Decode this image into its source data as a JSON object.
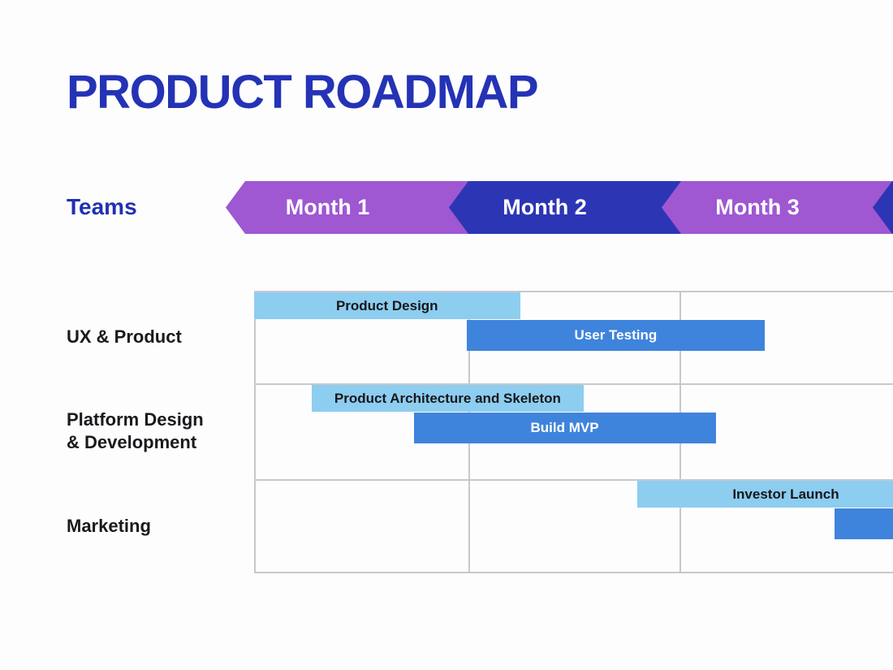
{
  "title": "PRODUCT ROADMAP",
  "teams_header": "Teams",
  "months": [
    {
      "label": "Month 1",
      "color": "#9f57d2"
    },
    {
      "label": "Month 2",
      "color": "#2c36b5"
    },
    {
      "label": "Month 3",
      "color": "#9f57d2"
    },
    {
      "label": "",
      "color": "#2c36b5"
    }
  ],
  "colors": {
    "title_blue": "#2433b5",
    "teams_blue": "#2130b2",
    "chevron_purple": "#9f57d2",
    "chevron_dark_blue": "#2c36b5",
    "bar_light_blue": "#8dcdf0",
    "bar_medium_blue": "#3f84dc",
    "grid_line": "#c8c8cc",
    "row_label_black": "#1a1a1e"
  },
  "chart_data": {
    "type": "bar",
    "subtype": "gantt-roadmap",
    "title": "PRODUCT ROADMAP",
    "xlabel": "",
    "ylabel": "Teams",
    "x_axis": {
      "tick_labels": [
        "Month 1",
        "Month 2",
        "Month 3"
      ],
      "range_months": [
        0,
        3
      ],
      "note": "timeline continues past right edge; fourth chevron tip partially visible"
    },
    "grid": true,
    "rows": [
      {
        "team": "UX & Product",
        "tasks": [
          {
            "label": "Product Design",
            "start_month": 0.0,
            "end_month": 1.25,
            "style": "light-blue",
            "lane": 0
          },
          {
            "label": "User Testing",
            "start_month": 1.0,
            "end_month": 2.4,
            "style": "medium-blue",
            "lane": 1
          }
        ]
      },
      {
        "team": "Platform Design & Development",
        "tasks": [
          {
            "label": "Product Architecture and Skeleton",
            "start_month": 0.27,
            "end_month": 1.55,
            "style": "light-blue",
            "lane": 0
          },
          {
            "label": "Build MVP",
            "start_month": 0.75,
            "end_month": 2.17,
            "style": "medium-blue",
            "lane": 1
          }
        ]
      },
      {
        "team": "Marketing",
        "tasks": [
          {
            "label": "Investor Launch",
            "start_month": 1.8,
            "end_month": 3.2,
            "style": "light-blue",
            "lane": 0
          },
          {
            "label": "",
            "start_month": 2.73,
            "end_month": 3.3,
            "style": "medium-blue",
            "lane": 1
          }
        ]
      }
    ]
  }
}
